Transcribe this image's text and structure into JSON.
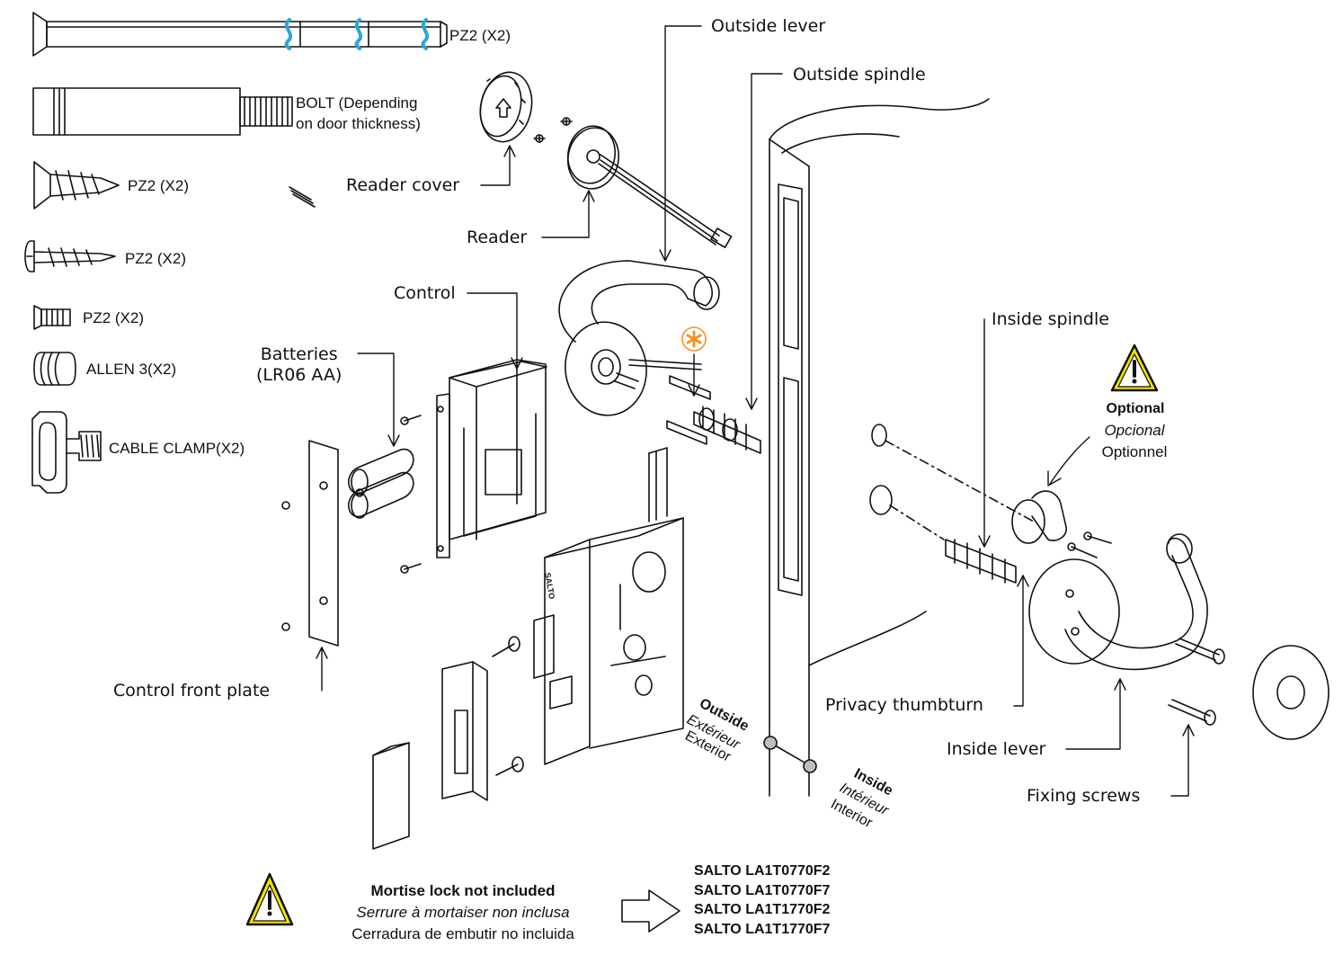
{
  "parts": [
    {
      "label": "PZ2 (X2)",
      "icon": "long-screw-icon"
    },
    {
      "label": "BOLT (Depending\non door thickness)",
      "icon": "bolt-icon"
    },
    {
      "label": "PZ2 (X2)",
      "icon": "wood-screw-icon"
    },
    {
      "label": "PZ2 (X2)",
      "icon": "pan-head-screw-icon"
    },
    {
      "label": "PZ2 (X2)",
      "icon": "short-screw-icon"
    },
    {
      "label": "ALLEN 3(X2)",
      "icon": "allen-grub-screw-icon"
    },
    {
      "label": "CABLE CLAMP(X2)",
      "icon": "cable-clamp-icon"
    }
  ],
  "callouts": {
    "outside_lever": "Outside lever",
    "outside_spindle": "Outside spindle",
    "reader_cover": "Reader cover",
    "reader": "Reader",
    "control": "Control",
    "batteries": "Batteries\n(LR06 AA)",
    "control_front_plate": "Control front plate",
    "inside_spindle": "Inside spindle",
    "privacy_thumbturn": "Privacy thumbturn",
    "inside_lever": "Inside lever",
    "fixing_screws": "Fixing screws"
  },
  "optional": {
    "en": "Optional",
    "es": "Opcional",
    "fr": "Optionnel"
  },
  "sides": {
    "outside": {
      "en": "Outside",
      "fr": "Extérieur",
      "es": "Exterior"
    },
    "inside": {
      "en": "Inside",
      "fr": "Intérieur",
      "es": "Interior"
    }
  },
  "mortise_note": {
    "en": "Mortise lock not included",
    "fr": "Serrure à mortaiser non inclusa",
    "es": "Cerradura de embutir no incluida"
  },
  "models": [
    "SALTO LA1T0770F2",
    "SALTO LA1T0770F7",
    "SALTO LA1T1770F2",
    "SALTO LA1T1770F7"
  ],
  "lock_brand": "SALTO",
  "colors": {
    "line": "#111111",
    "accent_blue": "#2aa6d8",
    "accent_orange": "#f39224",
    "warning_yellow": "#f2e200"
  }
}
